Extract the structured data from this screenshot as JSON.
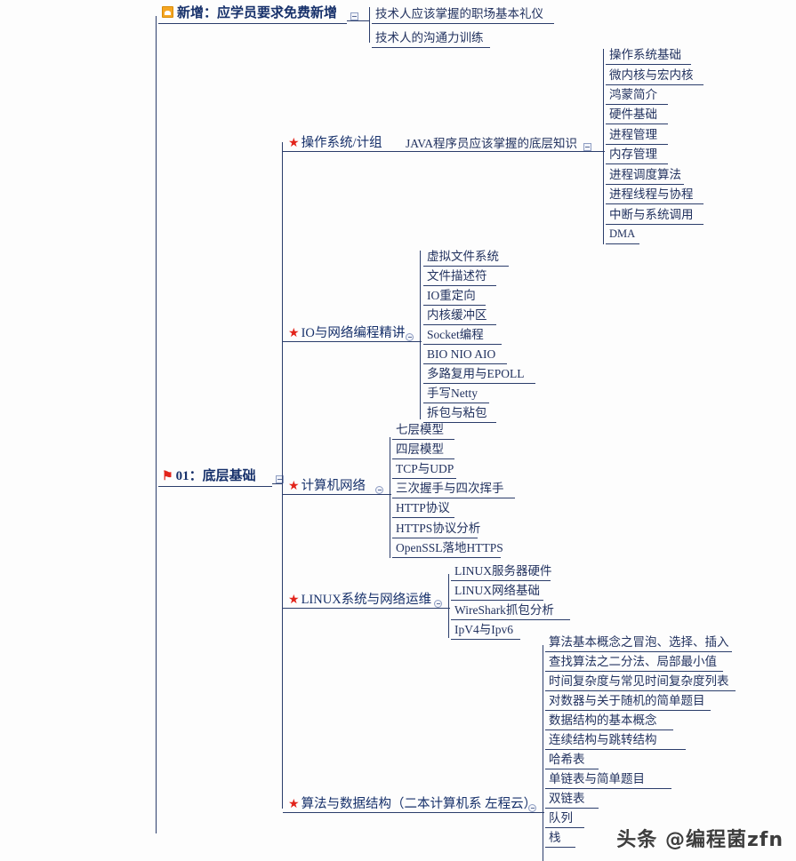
{
  "diagram": {
    "type": "mindmap",
    "title": "01：底层基础",
    "root": {
      "label": "01：底层基础",
      "icon": "red-flag-icon"
    },
    "top_branch": {
      "label": "新增：应学员要求免费新增",
      "icon": "orange-square-icon",
      "children": [
        "技术人应该掌握的职场基本礼仪",
        "技术人的沟通力训练"
      ]
    },
    "branches": [
      {
        "label": "操作系统/计组",
        "icon": "red-star-icon",
        "sub_label": "JAVA程序员应该掌握的底层知识",
        "children": [
          "操作系统基础",
          "微内核与宏内核",
          "鸿蒙简介",
          "硬件基础",
          "进程管理",
          "内存管理",
          "进程调度算法",
          "进程线程与协程",
          "中断与系统调用",
          "DMA"
        ]
      },
      {
        "label": "IO与网络编程精讲",
        "icon": "red-star-icon",
        "sub_label": "",
        "children": [
          "虚拟文件系统",
          "文件描述符",
          "IO重定向",
          "内核缓冲区",
          "Socket编程",
          "BIO NIO AIO",
          "多路复用与EPOLL",
          "手写Netty",
          "拆包与粘包"
        ]
      },
      {
        "label": "计算机网络",
        "icon": "red-star-icon",
        "sub_label": "",
        "children": [
          "七层模型",
          "四层模型",
          "TCP与UDP",
          "三次握手与四次挥手",
          "HTTP协议",
          "HTTPS协议分析",
          "OpenSSL落地HTTPS"
        ]
      },
      {
        "label": "LINUX系统与网络运维",
        "icon": "red-star-icon",
        "sub_label": "",
        "children": [
          "LINUX服务器硬件",
          "LINUX网络基础",
          "WireShark抓包分析",
          "IpV4与Ipv6"
        ]
      },
      {
        "label": "算法与数据结构（二本计算机系 左程云）",
        "icon": "red-star-icon",
        "sub_label": "",
        "children": [
          "算法基本概念之冒泡、选择、插入",
          "查找算法之二分法、局部最小值",
          "时间复杂度与常见时间复杂度列表",
          "对数器与关于随机的简单题目",
          "数据结构的基本概念",
          "连续结构与跳转结构",
          "哈希表",
          "单链表与简单题目",
          "双链表",
          "队列",
          "栈"
        ]
      }
    ],
    "watermark": "头条 @编程菌zfn",
    "colors": {
      "line": "#2b3d6b",
      "text": "#1f2f5e",
      "accent_star": "#e2231a",
      "accent_icon": "#f5a623",
      "background": "#fdfdfd"
    }
  }
}
